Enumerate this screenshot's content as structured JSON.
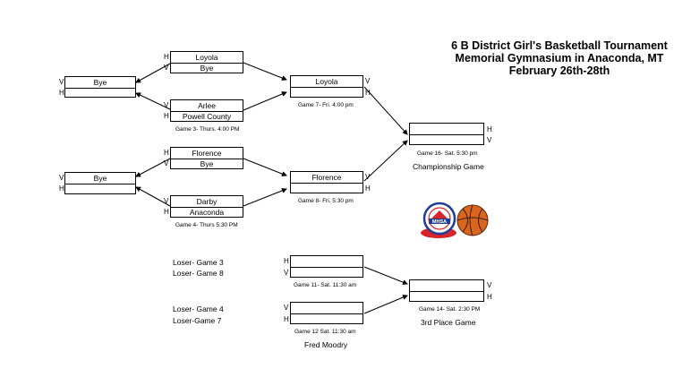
{
  "title": {
    "line1": "6 B District Girl's Basketball Tournament",
    "line2": "Memorial Gymnasium in Anaconda, MT",
    "line3": "February 26th-28th"
  },
  "side_labels": {
    "home": "H",
    "visitor": "V"
  },
  "games": {
    "bye_top": {
      "top": "Bye",
      "bottom": ""
    },
    "game3": {
      "top": "Loyola",
      "bottom": "Bye"
    },
    "game3b": {
      "top": "Arlee",
      "bottom": "Powell County",
      "caption": "Game 3- Thurs. 4:00 PM"
    },
    "game7": {
      "top": "Loyola",
      "bottom": "",
      "caption": "Game 7- Fri. 4:00 pm"
    },
    "bye_bottom": {
      "top": "Bye",
      "bottom": ""
    },
    "game4a": {
      "top": "Florence",
      "bottom": "Bye"
    },
    "game4b": {
      "top": "Darby",
      "bottom": "Anaconda",
      "caption": "Game 4- Thurs 5:30 PM"
    },
    "game8": {
      "top": "Florence",
      "bottom": "",
      "caption": "Game 8- Fri. 5:30 pm"
    },
    "game16": {
      "top": "",
      "bottom": "",
      "caption": "Game 16- Sat. 5:30 pm",
      "label": "Championship Game"
    },
    "game11": {
      "top": "",
      "bottom": "",
      "caption": "Game 11- Sat. 11:30 am"
    },
    "game12": {
      "top": "",
      "bottom": "",
      "caption": "Game 12 Sat. 11:30 am",
      "label": "Fred Moodry"
    },
    "game14": {
      "top": "",
      "bottom": "",
      "caption": "Game 14- Sat. 2:30 PM",
      "label": "3rd Place Game"
    }
  },
  "losers": {
    "l1": "Loser- Game 3",
    "l2": "Loser- Game 8",
    "l3": "Loser- Game 4",
    "l4": "Loser-Game 7"
  },
  "logo": {
    "text": "MHSA",
    "ring_text": "MONTANA HIGH SCHOOL ASSOCIATION",
    "red": "#d8232a",
    "blue": "#1f3c96",
    "ball": "#d9661f"
  }
}
